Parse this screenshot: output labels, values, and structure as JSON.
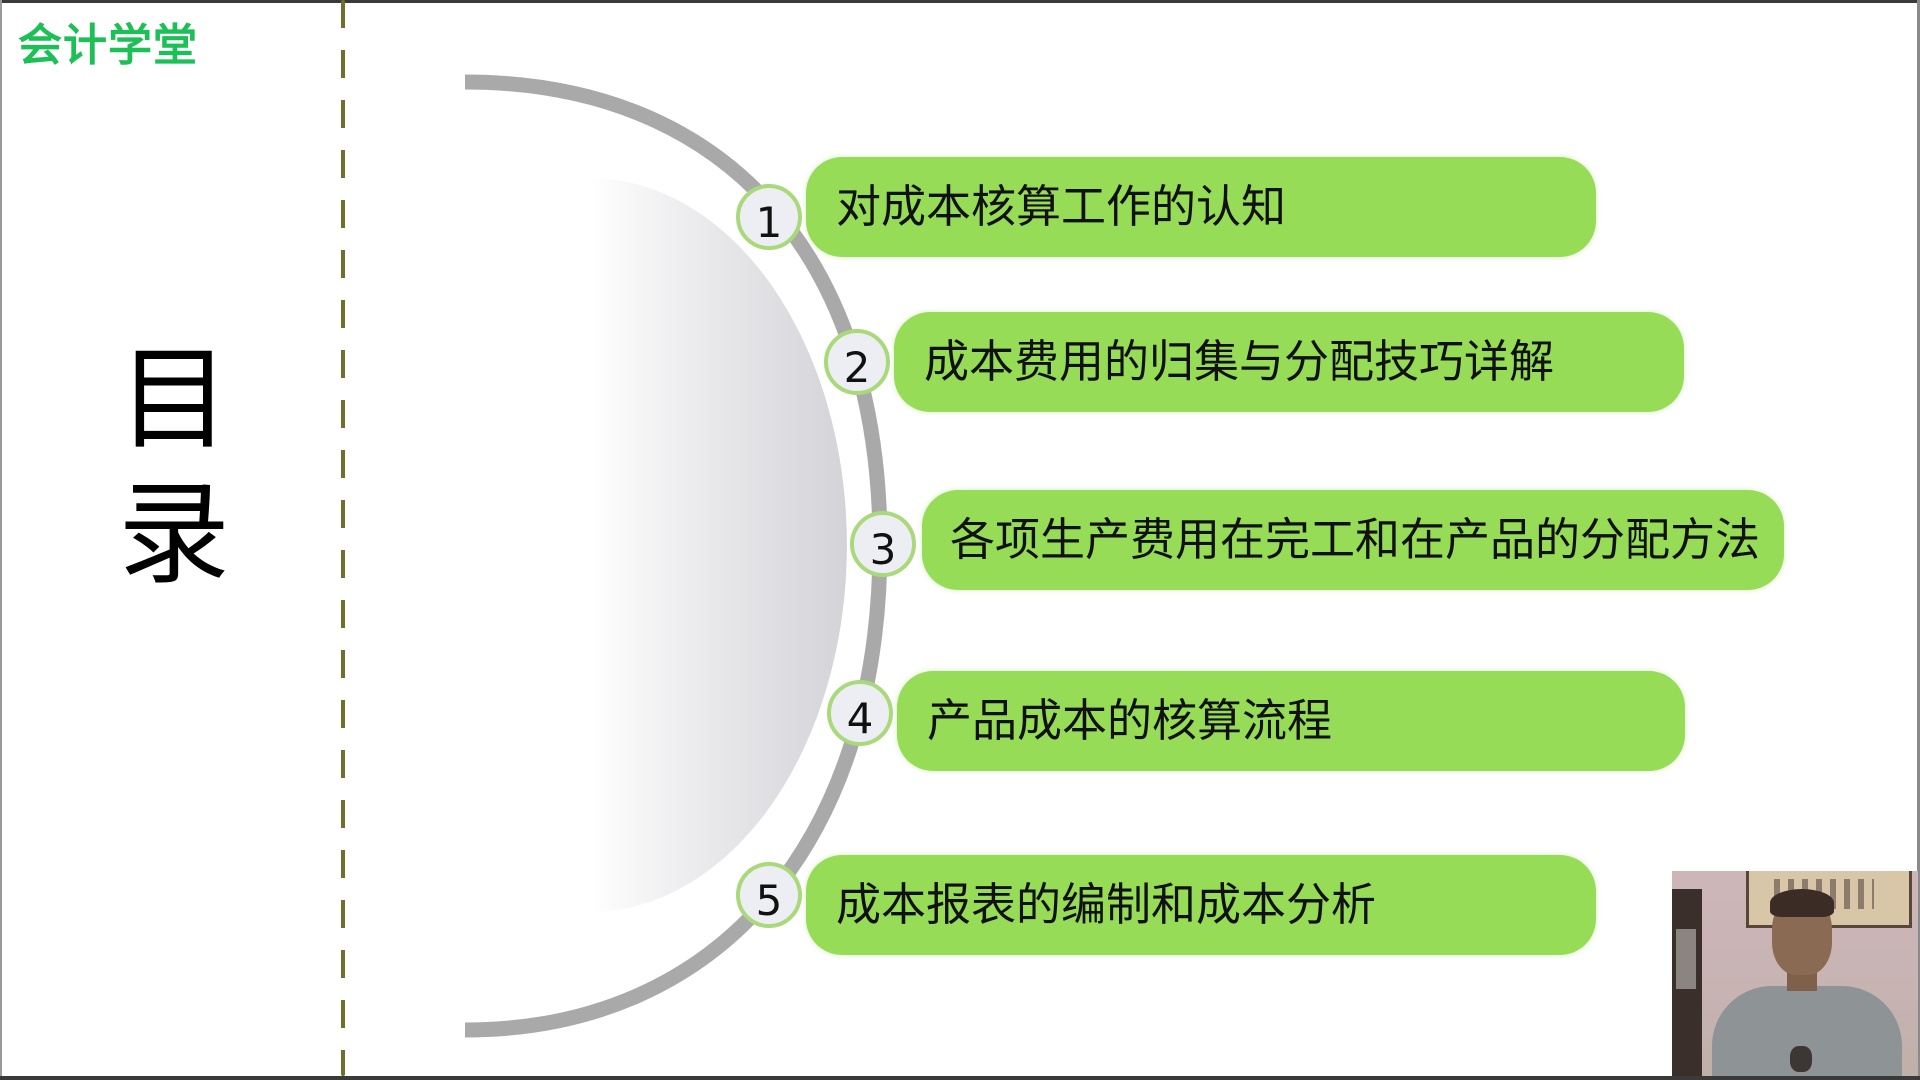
{
  "logo": {
    "text": "会计学堂",
    "color": "#1dbf57"
  },
  "title": {
    "char_1": "目",
    "char_2": "录"
  },
  "toc": {
    "items": [
      {
        "number": "1",
        "label": "对成本核算工作的认知"
      },
      {
        "number": "2",
        "label": "成本费用的归集与分配技巧详解"
      },
      {
        "number": "3",
        "label": "各项生产费用在完工和在产品的分配方法"
      },
      {
        "number": "4",
        "label": "产品成本的核算流程"
      },
      {
        "number": "5",
        "label": "成本报表的编制和成本分析"
      }
    ]
  },
  "colors": {
    "pill": "#96dc56",
    "circle_border": "#a9d97a",
    "circle_fill": "#eceef3",
    "arc": "#a9a9a9",
    "divider": "#6f6f2e"
  },
  "webcam": {
    "label": "presenter-video"
  }
}
